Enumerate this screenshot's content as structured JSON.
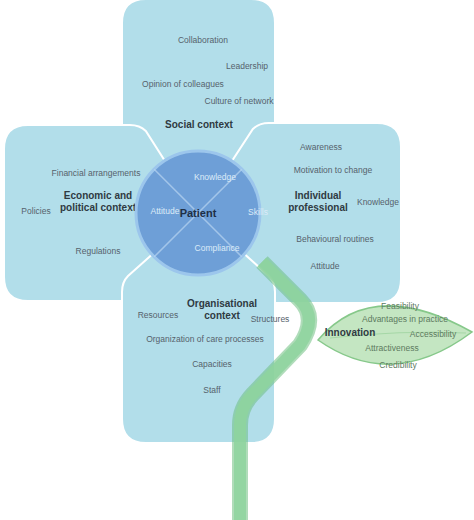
{
  "diagram": {
    "nodes": [
      {
        "text": [
          "Social context",
          "Collaboration",
          "Leadership",
          "Opinion of colleagues",
          "Culture of network"
        ]
      },
      {
        "text": [
          "Economic and political context",
          "Financial arrangements",
          "Policies",
          "Regulations"
        ]
      },
      {
        "text": [
          "Individual professional",
          "Awareness",
          "Motivation to change",
          "Knowledge",
          "Behavioural routines",
          "Attitude"
        ]
      },
      {
        "text": [
          "Organisational context",
          "Resources",
          "Structures",
          "Organization of care processes",
          "Capacities",
          "Staff"
        ]
      },
      {
        "text": [
          "Patient",
          "Knowledge",
          "Skills",
          "Compliance",
          "Attitude"
        ]
      },
      {
        "text": [
          "Innovation",
          "Feasibility",
          "Advantages in practice",
          "Accessibility",
          "Attractiveness",
          "Credibility"
        ]
      }
    ]
  }
}
